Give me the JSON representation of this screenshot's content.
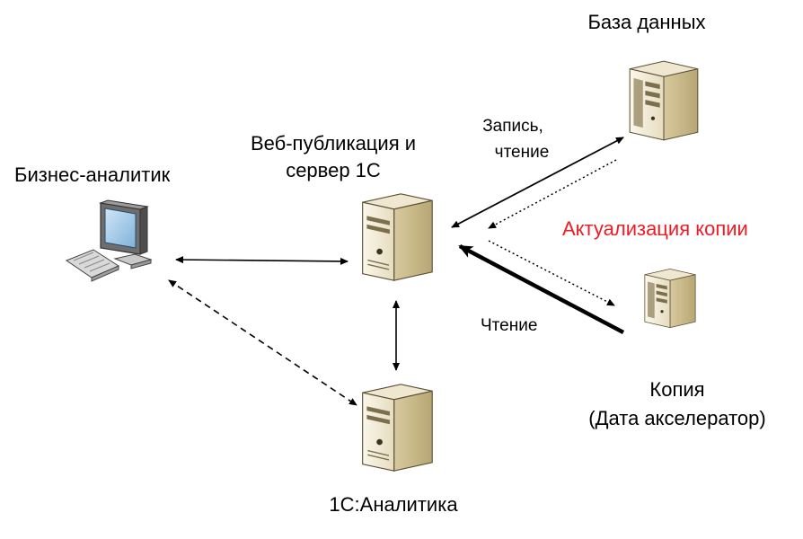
{
  "nodes": {
    "business_analyst": {
      "label": "Бизнес-аналитик"
    },
    "web_server": {
      "label_line1": "Веб-публикация и",
      "label_line2": "сервер 1С"
    },
    "analytics": {
      "label": "1С:Аналитика"
    },
    "database": {
      "label": "База данных"
    },
    "copy": {
      "label_line1": "Копия",
      "label_line2": "(Дата акселератор)"
    }
  },
  "edges": {
    "write_read": {
      "label_line1": "Запись,",
      "label_line2": "чтение"
    },
    "read": {
      "label": "Чтение"
    },
    "actualization": {
      "label": "Актуализация копии"
    }
  },
  "colors": {
    "accent_red": "#ee1c25",
    "server_body": "#e8dfc6",
    "server_front": "#f4eedb",
    "server_side": "#c9b98c"
  }
}
